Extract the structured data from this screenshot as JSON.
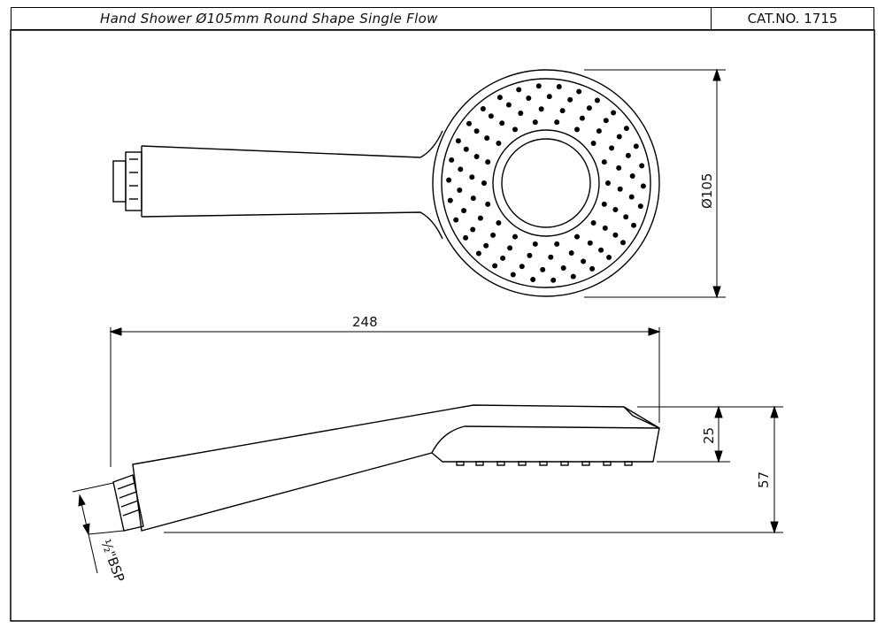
{
  "title_block": {
    "title": "Hand Shower Ø105mm Round Shape Single Flow",
    "catalog": "CAT.NO. 1715"
  },
  "dimensions": {
    "diameter": "Ø105",
    "length": "248",
    "head_height": "25",
    "total_height": "57",
    "thread": "½\"BSP"
  }
}
